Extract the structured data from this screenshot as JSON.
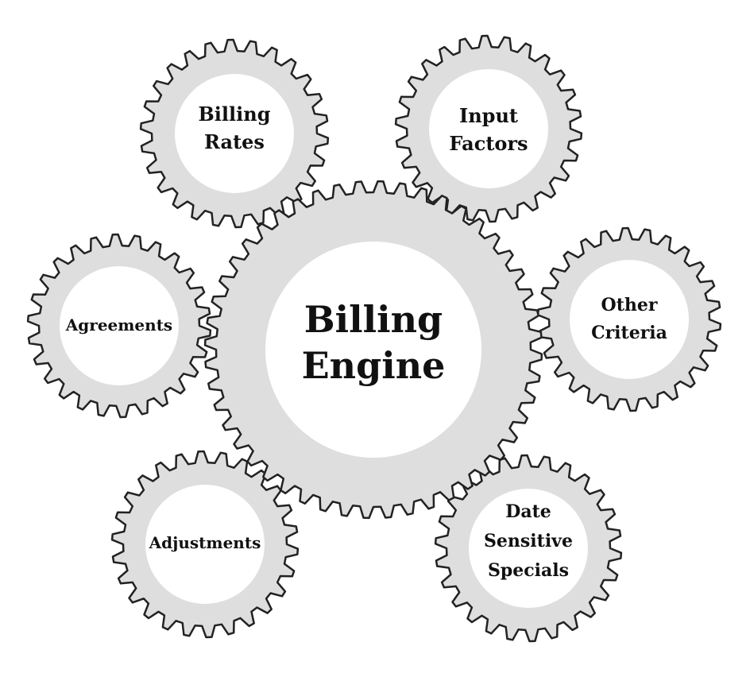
{
  "colors": {
    "gear_fill": "#dedede",
    "gear_stroke": "#222222",
    "hub": "#ffffff",
    "text": "#111111"
  },
  "center_gear": {
    "id": "billing-engine",
    "lines": [
      "Billing",
      "Engine"
    ]
  },
  "gears": [
    {
      "id": "billing-rates",
      "lines": [
        "Billing",
        "Rates"
      ]
    },
    {
      "id": "input-factors",
      "lines": [
        "Input",
        "Factors"
      ]
    },
    {
      "id": "agreements",
      "lines": [
        "Agreements"
      ]
    },
    {
      "id": "other-criteria",
      "lines": [
        "Other",
        "Criteria"
      ]
    },
    {
      "id": "adjustments",
      "lines": [
        "Adjustments"
      ]
    },
    {
      "id": "date-sensitive-specials",
      "lines": [
        "Date",
        "Sensitive",
        "Specials"
      ]
    }
  ]
}
